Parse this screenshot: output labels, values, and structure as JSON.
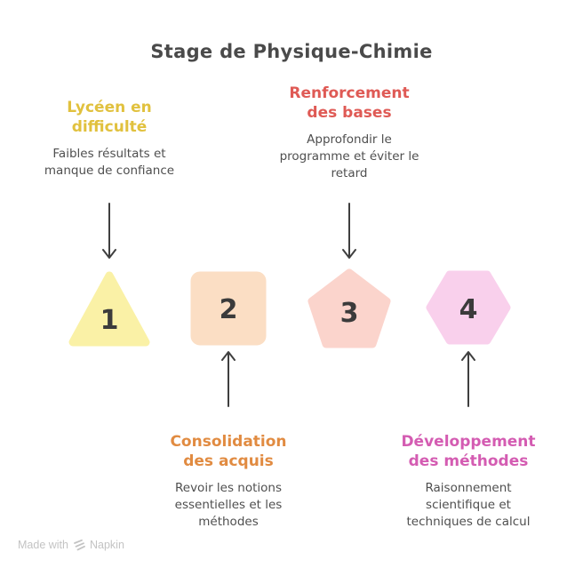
{
  "title": "Stage de Physique-Chimie",
  "steps": [
    {
      "number": "1",
      "heading": "Lycéen en difficulté",
      "description": "Faibles résultats et manque de confiance",
      "heading_color": "#e1c13e",
      "shape": "triangle",
      "shape_fill": "#faf1a6",
      "label_position": "top"
    },
    {
      "number": "2",
      "heading": "Consolidation des acquis",
      "description": "Revoir les notions essentielles et les méthodes",
      "heading_color": "#e18b41",
      "shape": "square",
      "shape_fill": "#fbdec4",
      "label_position": "bottom"
    },
    {
      "number": "3",
      "heading": "Renforcement des bases",
      "description": "Approfondir le programme et éviter le retard",
      "heading_color": "#df5a55",
      "shape": "pentagon",
      "shape_fill": "#fbd4cc",
      "label_position": "top"
    },
    {
      "number": "4",
      "heading": "Développement des méthodes",
      "description": "Raisonnement scientifique et techniques de calcul",
      "heading_color": "#d45cb2",
      "shape": "hexagon",
      "shape_fill": "#f9d0ec",
      "label_position": "bottom"
    }
  ],
  "icons": {
    "down_arrow": "↓",
    "up_arrow": "↑",
    "napkin_logo": "⋙"
  },
  "colors": {
    "title_text": "#4a4a4a",
    "body_text": "#4f4f4f",
    "number_text": "#3b3b3b",
    "arrow": "#3f3f3f",
    "watermark": "#c3c3c3",
    "background": "#ffffff"
  },
  "watermark": {
    "prefix": "Made with",
    "brand": "Napkin"
  }
}
